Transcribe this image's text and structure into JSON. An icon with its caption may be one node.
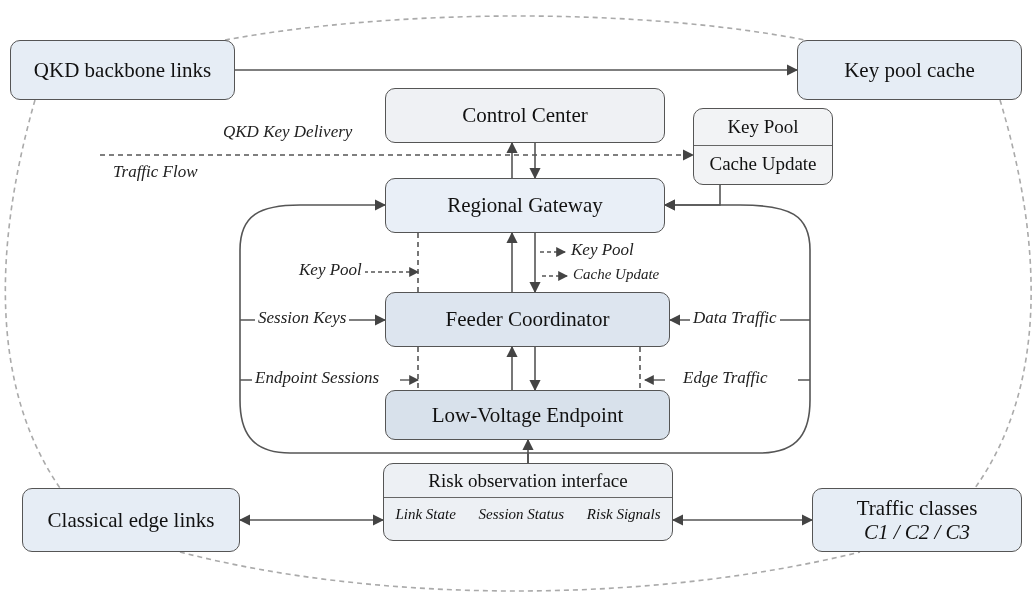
{
  "diagram": {
    "nodes": [
      {
        "text": [
          "QKD backbone links"
        ]
      },
      {
        "text": [
          "Key pool cache"
        ]
      },
      {
        "text": [
          "Control Center"
        ]
      },
      {
        "text": [
          "Key Pool",
          "Cache Update"
        ]
      },
      {
        "text": [
          "Regional Gateway"
        ]
      },
      {
        "text": [
          "Feeder Coordinator"
        ]
      },
      {
        "text": [
          "Low-Voltage Endpoint"
        ]
      },
      {
        "text": [
          "Risk observation interface",
          "Link State",
          "Session Status",
          "Risk Signals"
        ]
      },
      {
        "text": [
          "Classical edge links"
        ]
      },
      {
        "text": [
          "Traffic classes",
          "C1 / C2 / C3"
        ]
      }
    ],
    "edges": [
      {
        "from": 0,
        "to": 1,
        "arrow": "to"
      },
      {
        "from": 0,
        "to": 1,
        "arrow": "none",
        "style": "dashed",
        "color": "#aaaaaa"
      },
      {
        "from": 0,
        "to": 8,
        "arrow": "none",
        "style": "dashed",
        "color": "#aaaaaa"
      },
      {
        "from": 1,
        "to": 9,
        "arrow": "none",
        "style": "dashed",
        "color": "#aaaaaa"
      },
      {
        "from": 8,
        "to": 9,
        "arrow": "none",
        "style": "dashed",
        "color": "#aaaaaa"
      },
      {
        "from": 4,
        "to": 2,
        "arrow": "to"
      },
      {
        "from": 2,
        "to": 4,
        "arrow": "to"
      },
      {
        "from": null,
        "to": 3,
        "arrow": "to",
        "style": "dashed",
        "label": "QKD Key Delivery"
      },
      {
        "from": 3,
        "to": 4,
        "arrow": "to"
      },
      {
        "from": 7,
        "to": 4,
        "arrow": "to"
      },
      {
        "from": 7,
        "to": 4,
        "arrow": "to"
      },
      {
        "from": 5,
        "to": 4,
        "arrow": "to"
      },
      {
        "from": 4,
        "to": 5,
        "arrow": "to"
      },
      {
        "from": 4,
        "to": 5,
        "arrow": "none",
        "style": "dashed"
      },
      {
        "from": null,
        "to": 5,
        "arrow": "to",
        "label": "Session Keys"
      },
      {
        "from": null,
        "to": 5,
        "arrow": "to",
        "label": "Data Traffic"
      },
      {
        "from": 5,
        "to": 6,
        "arrow": "none",
        "style": "dashed"
      },
      {
        "from": 5,
        "to": 6,
        "arrow": "none",
        "style": "dashed"
      },
      {
        "from": 6,
        "to": 5,
        "arrow": "to"
      },
      {
        "from": 5,
        "to": 6,
        "arrow": "to"
      },
      {
        "from": 7,
        "to": 6,
        "arrow": "to"
      },
      {
        "from": 8,
        "to": 7,
        "arrow": "both"
      },
      {
        "from": 7,
        "to": 9,
        "arrow": "both"
      }
    ],
    "labels": [
      "Traffic Flow",
      "Key Pool",
      "Cache Update",
      "Key Pool",
      "Endpoint Sessions",
      "Edge Traffic"
    ]
  }
}
